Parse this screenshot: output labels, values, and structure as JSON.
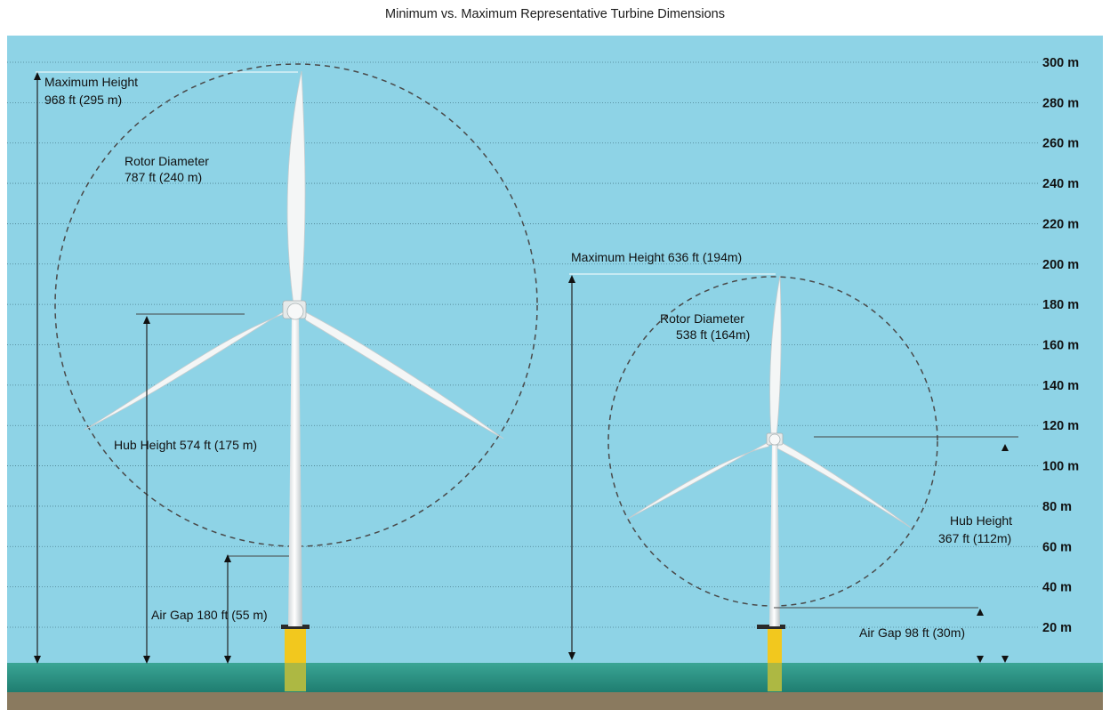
{
  "title": "Minimum vs. Maximum Representative Turbine Dimensions",
  "scale": {
    "unit": "m",
    "ticks": [
      "300 m",
      "280 m",
      "260 m",
      "240 m",
      "220 m",
      "200 m",
      "180 m",
      "160 m",
      "140 m",
      "120 m",
      "100 m",
      "80 m",
      "60 m",
      "40 m",
      "20 m"
    ]
  },
  "turbines": [
    {
      "id": "maximum",
      "max_height_label": [
        "Maximum Height",
        "968 ft (295 m)"
      ],
      "rotor_label": [
        "Rotor Diameter",
        "787 ft (240 m)"
      ],
      "hub_label": [
        "Hub Height 574 ft (175 m)"
      ],
      "airgap_label": [
        "Air Gap 180 ft (55 m)"
      ],
      "max_height_m": 295,
      "rotor_diameter_m": 240,
      "hub_height_m": 175,
      "air_gap_m": 55
    },
    {
      "id": "minimum",
      "max_height_label": [
        "Maximum Height 636 ft (194m)"
      ],
      "rotor_label": [
        "Rotor Diameter",
        "538 ft (164m)"
      ],
      "hub_label": [
        "Hub Height",
        "367 ft (112m)"
      ],
      "airgap_label": [
        "Air Gap 98 ft (30m)"
      ],
      "max_height_m": 194,
      "rotor_diameter_m": 164,
      "hub_height_m": 112,
      "air_gap_m": 30
    }
  ],
  "colors": {
    "sky": "#8ed3e6",
    "sea": "#2f9a8a",
    "seabed": "#8a7a5f",
    "tower": "#f2f4f4",
    "foundation": "#f2c81e",
    "grid": "#4a7f8e"
  }
}
